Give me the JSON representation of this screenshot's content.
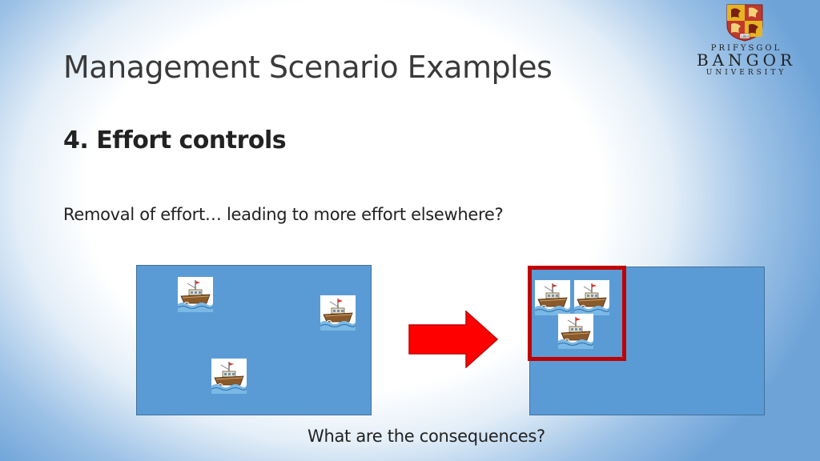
{
  "slide": {
    "title": "Management Scenario Examples",
    "subtitle": "4. Effort controls",
    "question": "Removal of effort… leading to more effort elsewhere?",
    "caption": "What are the consequences?"
  },
  "logo": {
    "line1": "PRIFYSGOL",
    "line2": "BANGOR",
    "line3": "UNIVERSITY",
    "crest_year": "1884",
    "icon": "university-crest"
  },
  "diagram": {
    "left_panel": {
      "boats": 3,
      "icon": "fishing-boat-icon"
    },
    "right_panel": {
      "boats": 3,
      "icon": "fishing-boat-icon",
      "closure_color": "#c00000"
    },
    "arrow": {
      "icon": "right-arrow-icon",
      "color": "#ff0000"
    },
    "sea_color": "#5b9bd5"
  }
}
